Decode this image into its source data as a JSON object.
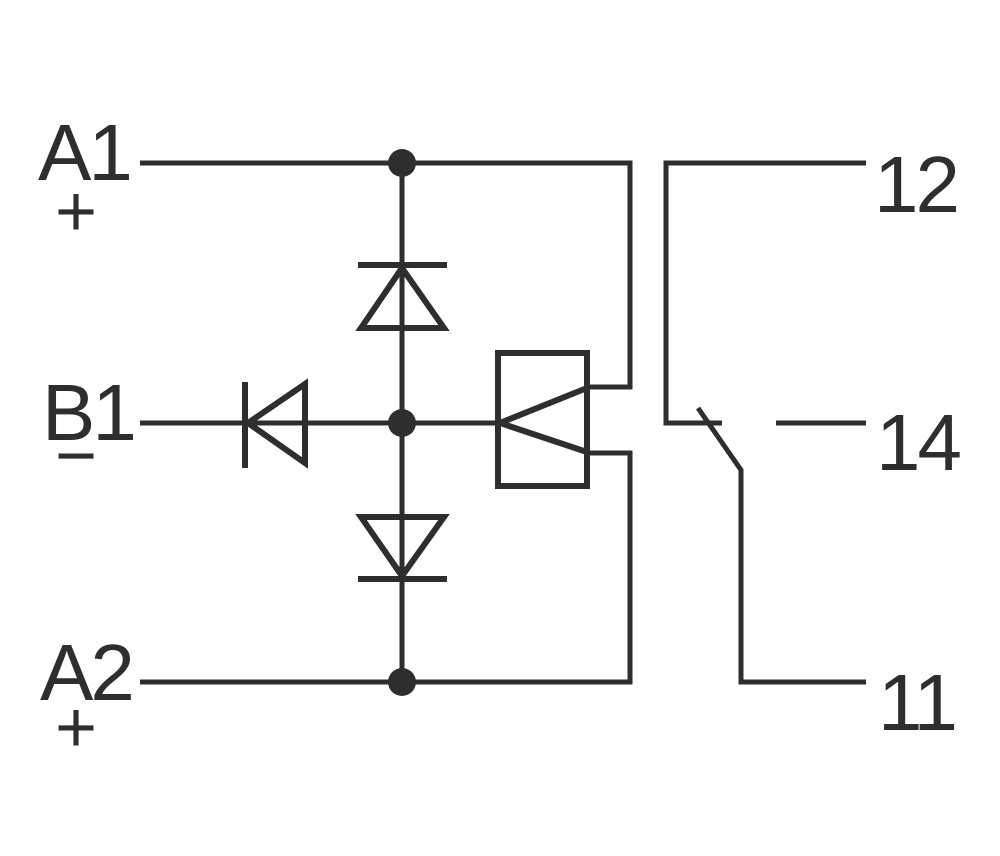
{
  "colors": {
    "stroke": "#2e2e2e",
    "background": "#ffffff"
  },
  "terminals": {
    "a1": {
      "label": "A1",
      "polarity": "+"
    },
    "b1": {
      "label": "B1",
      "polarity": "−"
    },
    "a2": {
      "label": "A2",
      "polarity": "+"
    },
    "t12": {
      "label": "12"
    },
    "t14": {
      "label": "14"
    },
    "t11": {
      "label": "11"
    }
  }
}
